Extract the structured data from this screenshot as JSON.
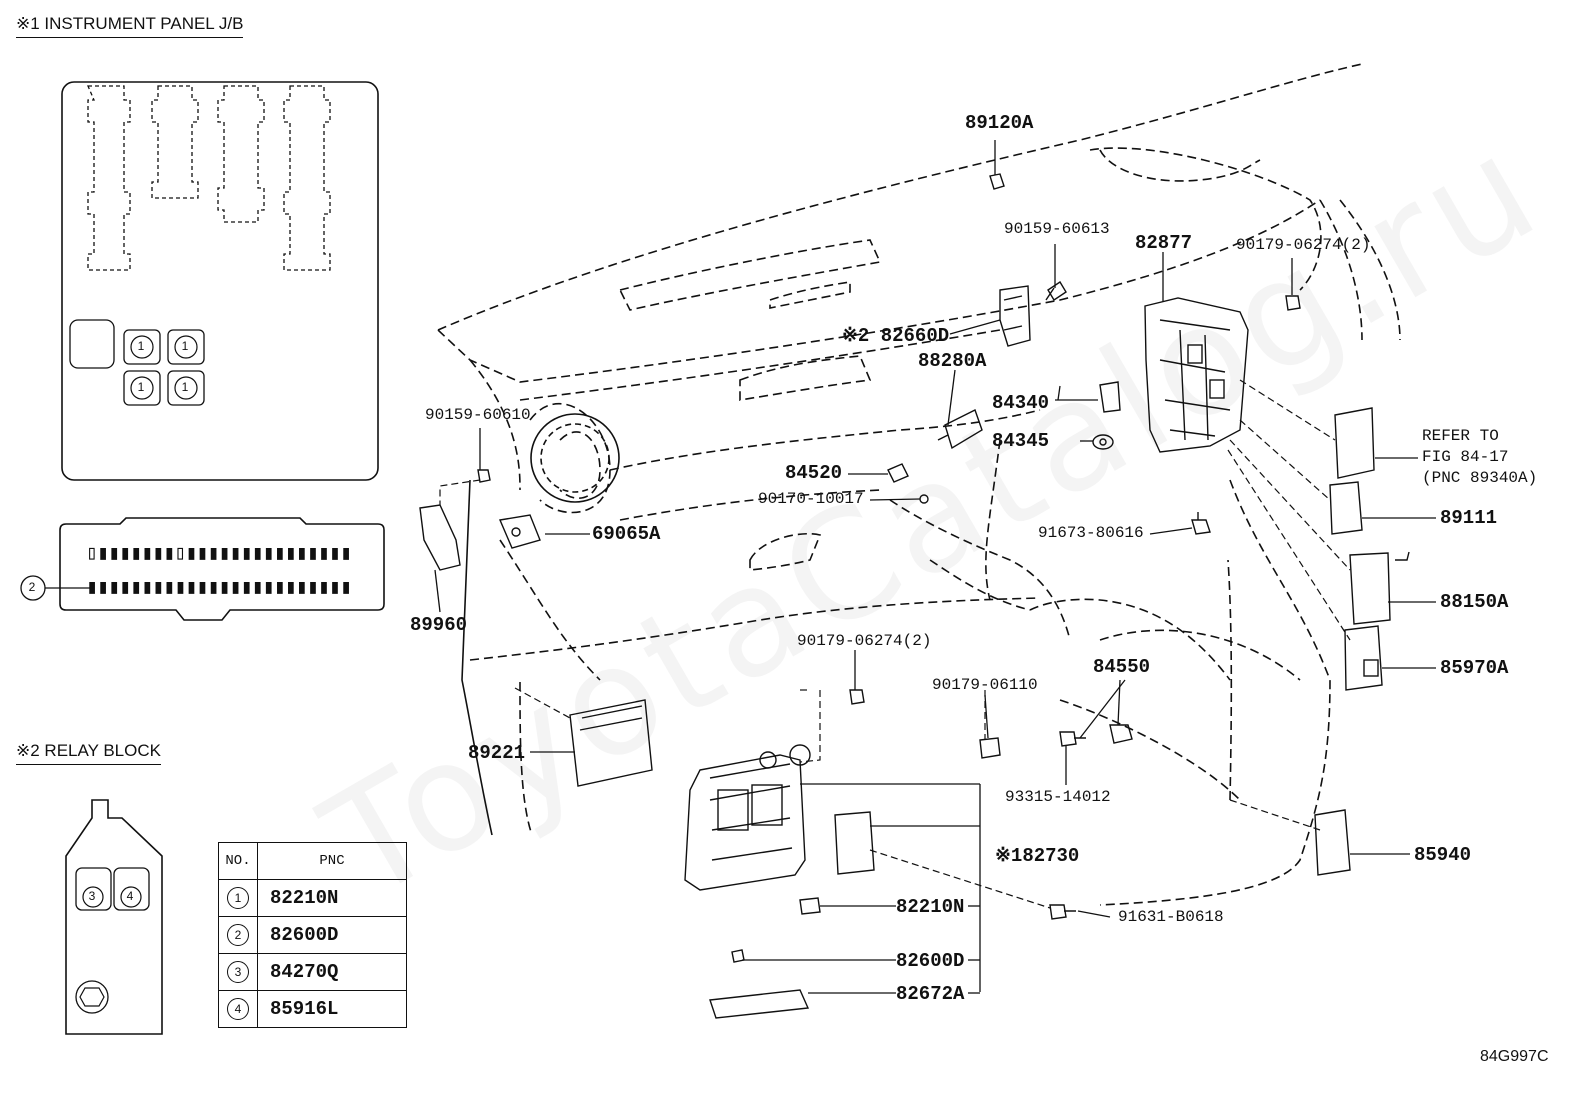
{
  "titles": {
    "instrument_panel_jb": "※1 INSTRUMENT PANEL J/B",
    "relay_block": "※2 RELAY BLOCK"
  },
  "jb_markers": {
    "circle_1": "1",
    "circle_2": "2"
  },
  "relay_markers": {
    "circle_3": "3",
    "circle_4": "4"
  },
  "parts": {
    "p89120A": "89120A",
    "p90159_60613": "90159-60613",
    "p82877": "82877",
    "p90179_06274_top": "90179-06274(2)",
    "p82660D": "※2 82660D",
    "p88280A": "88280A",
    "p84340": "84340",
    "p84345": "84345",
    "p90159_60610": "90159-60610",
    "p84520": "84520",
    "p90170_10017": "90170-10017",
    "p69065A": "69065A",
    "p91673_80616": "91673-80616",
    "p89960": "89960",
    "p89111": "89111",
    "p88150A": "88150A",
    "p85970A": "85970A",
    "p90179_06274_bottom": "90179-06274(2)",
    "p84550": "84550",
    "p90179_06110": "90179-06110",
    "p89221": "89221",
    "p93315_14012": "93315-14012",
    "p82730": "※182730",
    "p82210N": "82210N",
    "p91631_B0618": "91631-B0618",
    "p85940": "85940",
    "p82600D": "82600D",
    "p82672A": "82672A"
  },
  "refer_note": "REFER TO\nFIG 84-17\n(PNC 89340A)",
  "pnc_table": {
    "header_no": "NO.",
    "header_pnc": "PNC",
    "rows": [
      {
        "no": "1",
        "pnc": "82210N"
      },
      {
        "no": "2",
        "pnc": "82600D"
      },
      {
        "no": "3",
        "pnc": "84270Q"
      },
      {
        "no": "4",
        "pnc": "85916L"
      }
    ]
  },
  "diagram_code": "84G997C",
  "watermark": "ToyotaCatalog.ru"
}
